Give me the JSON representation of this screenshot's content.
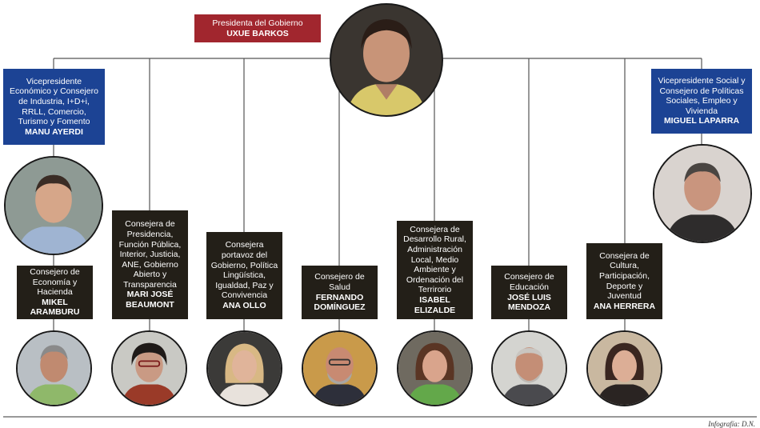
{
  "president": {
    "role": "Presidenta del Gobierno",
    "name": "UXUE BARKOS"
  },
  "vicepresidents": [
    {
      "role": "Vicepresidente Económico y Consejero de Industria, I+D+i, RRLL, Comercio, Turismo y Fomento",
      "name": "MANU AYERDI"
    },
    {
      "role": "Vicepresidente Social y Consejero de Políticas Sociales, Empleo y Vivienda",
      "name": "MIGUEL LAPARRA"
    }
  ],
  "consejeros": [
    {
      "role": "Consejero de Economía y Hacienda",
      "name": "MIKEL ARAMBURU"
    },
    {
      "role": "Consejera de Presidencia, Función Pública, Interior, Justicia, ANE, Gobierno Abierto y Transparencia",
      "name": "MARI JOSÉ BEAUMONT"
    },
    {
      "role": "Consejera portavoz del Gobierno, Política Lingüística, Igualdad, Paz y Convivencia",
      "name": "ANA OLLO"
    },
    {
      "role": "Consejero de Salud",
      "name": "FERNANDO DOMÍNGUEZ"
    },
    {
      "role": "Consejera de Desarrollo Rural, Administración Local, Medio Ambiente y Ordenación del Terrirorio",
      "name": "ISABEL ELIZALDE"
    },
    {
      "role": "Consejero de Educación",
      "name": "JOSÉ LUIS MENDOZA"
    },
    {
      "role": "Consejera de Cultura, Participación, Deporte y Juventud",
      "name": "ANA HERRERA"
    }
  ],
  "credit": "Infografía: D.N.",
  "colors": {
    "president_box": "#a1262e",
    "vicepresident_box": "#1c4394",
    "consejero_box": "#231f18",
    "connector_line": "#555555"
  }
}
